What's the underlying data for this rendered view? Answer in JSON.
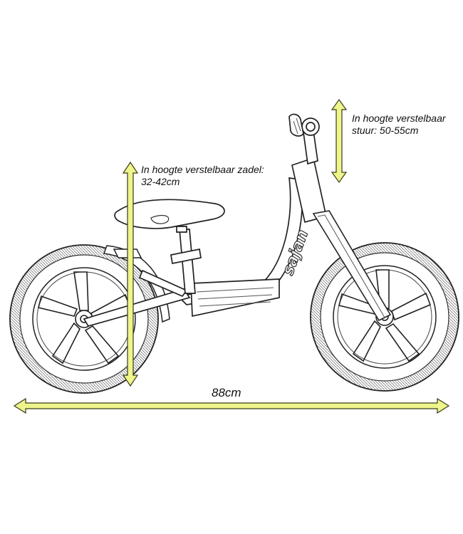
{
  "annotations": {
    "handlebar": {
      "line1": "In hoogte verstelbaar",
      "line2": "stuur: 50-55cm"
    },
    "saddle": {
      "line1": "In hoogte verstelbaar zadel:",
      "line2": "32-42cm"
    },
    "length": "88cm"
  },
  "brand": "sajan",
  "colors": {
    "arrow_fill": "#eef58a",
    "arrow_stroke": "#3a3a1a",
    "line_art": "#222222"
  }
}
